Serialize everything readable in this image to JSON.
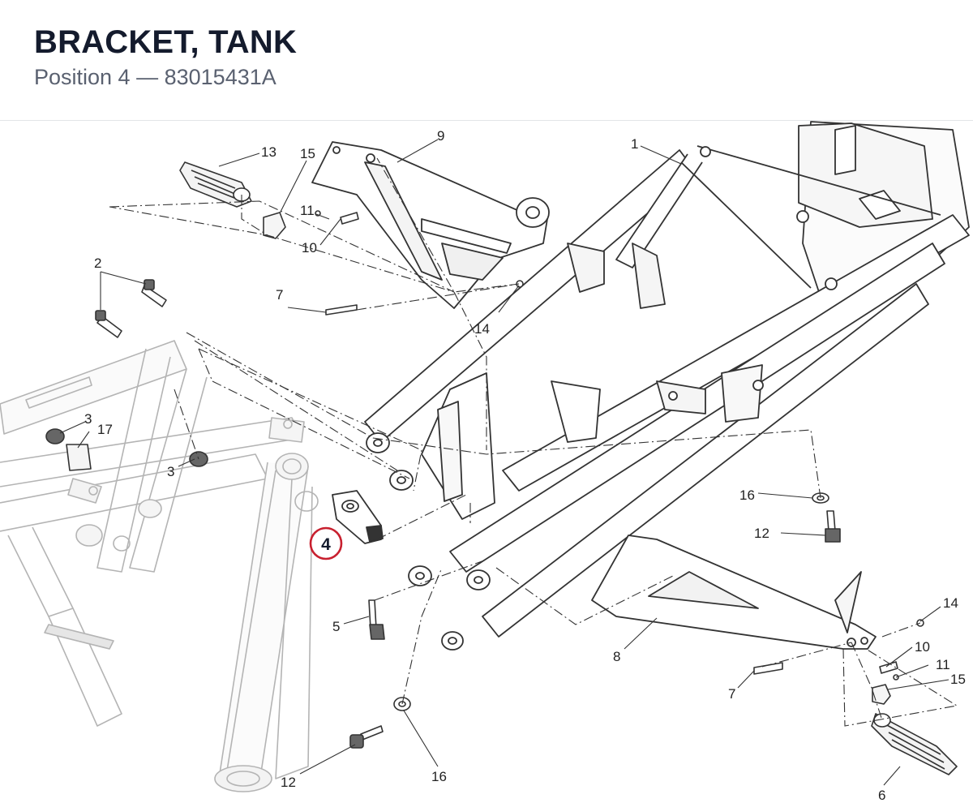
{
  "header": {
    "title": "BRACKET, TANK",
    "position_label": "Position 4",
    "separator": "—",
    "part_number": "83015431A"
  },
  "diagram": {
    "highlighted_callout": "4",
    "highlight_color": "#c8202f",
    "labels": {
      "l1": "1",
      "l2": "2",
      "l3a": "3",
      "l3b": "3",
      "l5": "5",
      "l6": "6",
      "l7a": "7",
      "l7b": "7",
      "l8": "8",
      "l9": "9",
      "l10a": "10",
      "l10b": "10",
      "l11a": "11",
      "l11b": "11",
      "l12a": "12",
      "l12b": "12",
      "l13": "13",
      "l14a": "14",
      "l14b": "14",
      "l15a": "15",
      "l15b": "15",
      "l16a": "16",
      "l16b": "16",
      "l17": "17"
    }
  }
}
